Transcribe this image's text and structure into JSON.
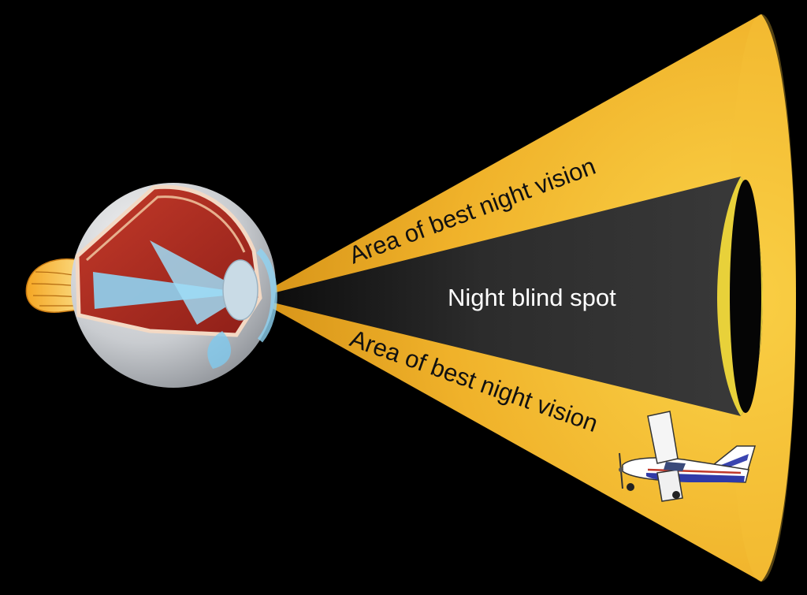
{
  "labels": {
    "upper_zone": "Area of best night vision",
    "center_zone": "Night blind spot",
    "lower_zone": "Area of best night vision"
  },
  "colors": {
    "background": "#000000",
    "cone_outer": "#f2b82e",
    "cone_inner": "#2a2a2a",
    "ring_highlight": "#e8d13a",
    "label_dark": "#111111",
    "label_light": "#ffffff"
  },
  "icons": [
    "eye-cross-section-icon",
    "airplane-icon"
  ]
}
